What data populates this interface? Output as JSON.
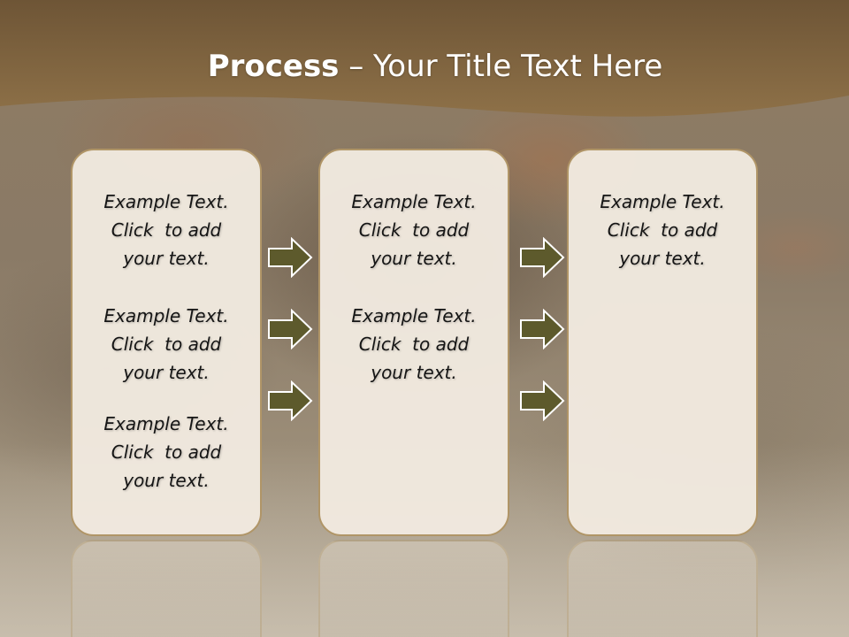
{
  "title": {
    "bold": "Process",
    "rest": "  – Your Title Text Here"
  },
  "colors": {
    "header": "#7a5f3a",
    "panel_fill": "#f1e9df",
    "panel_border": "#b09567",
    "arrow_fill": "#5d5a2c",
    "arrow_stroke": "#ffffff"
  },
  "panels": [
    {
      "blocks": [
        {
          "line1": "Example Text.",
          "line2": "Click  to add",
          "line3": "your text."
        },
        {
          "line1": "Example Text.",
          "line2": "Click  to add",
          "line3": "your text."
        },
        {
          "line1": "Example Text.",
          "line2": "Click  to add",
          "line3": "your text."
        }
      ]
    },
    {
      "blocks": [
        {
          "line1": "Example Text.",
          "line2": "Click  to add",
          "line3": "your text."
        },
        {
          "line1": "Example Text.",
          "line2": "Click  to add",
          "line3": "your text."
        }
      ]
    },
    {
      "blocks": [
        {
          "line1": "Example Text.",
          "line2": "Click  to add",
          "line3": "your text."
        }
      ]
    }
  ],
  "arrows": {
    "icon": "right-arrow-icon",
    "count": 6
  }
}
